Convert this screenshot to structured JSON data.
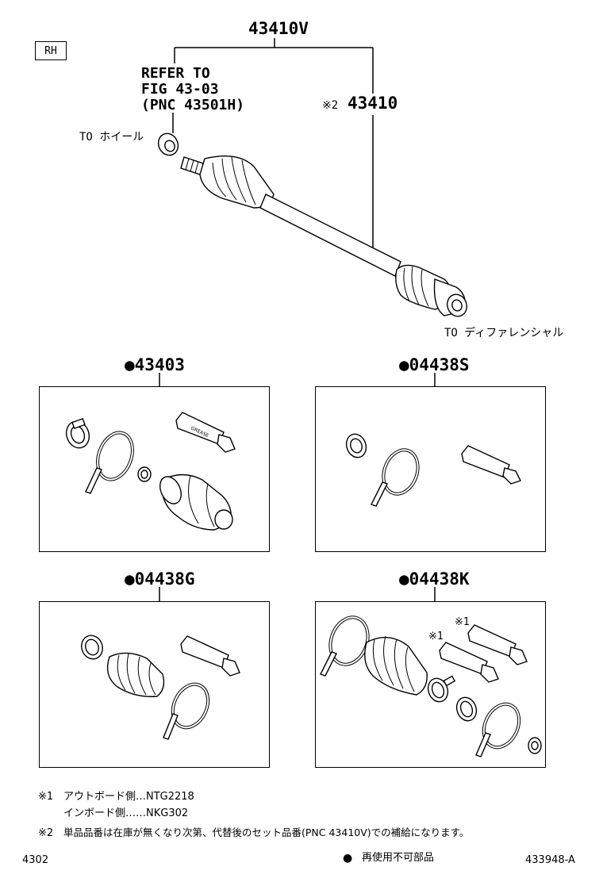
{
  "side_badge": "RH",
  "main_assembly": {
    "part_number": "43410V",
    "sub_part_number": "43410",
    "sub_part_mark": "※2",
    "refer_line1": "REFER TO",
    "refer_line2": "FIG 43-03",
    "refer_line3": "(PNC 43501H)",
    "to_wheel": "TO ホイール",
    "to_diff": "TO ディファレンシャル"
  },
  "kits": [
    {
      "bullet": "●",
      "part_number": "43403"
    },
    {
      "bullet": "●",
      "part_number": "04438S"
    },
    {
      "bullet": "●",
      "part_number": "04438G"
    },
    {
      "bullet": "●",
      "part_number": "04438K"
    }
  ],
  "kit_k_marks": [
    "※1",
    "※1"
  ],
  "notes": {
    "note1_mark": "※1",
    "note1_line1": "アウトボード側…NTG2218",
    "note1_line2": "インボード側……NKG302",
    "note2_mark": "※2",
    "note2_text": "単品品番は在庫が無くなり次第、代替後のセット品番(PNC 43410V)での補給になります。"
  },
  "footer": {
    "page_code": "4302",
    "legend_bullet": "●",
    "legend_text": "再使用不可部品",
    "drawing_id": "433948-A"
  },
  "icons": [
    "grease-tube-icon",
    "boot-clamp-icon",
    "boot-band-icon",
    "snap-ring-icon",
    "cv-boot-icon"
  ]
}
